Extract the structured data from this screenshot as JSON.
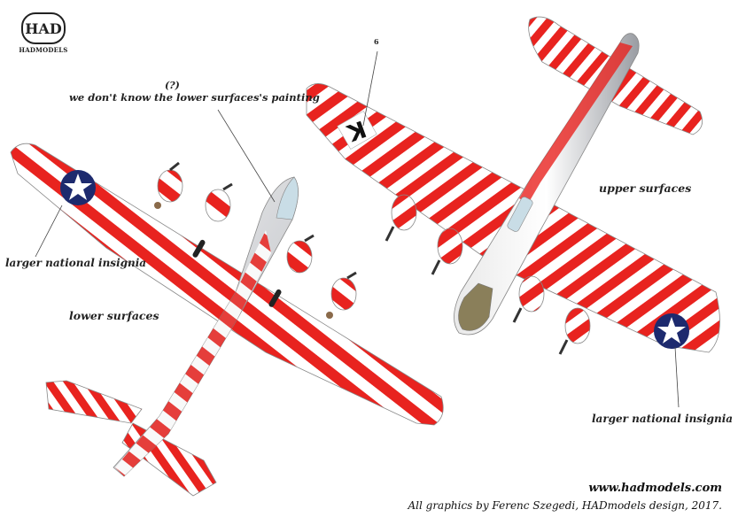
{
  "logo": {
    "mark": "HAD",
    "subtitle": "HADMODELS"
  },
  "annotations": {
    "question": "(?)",
    "lower_note": "we don't know the lower surfaces's painting",
    "code_number": "6",
    "insignia_left": "larger national insignia",
    "insignia_right": "larger national insignia",
    "lower_surfaces": "lower surfaces",
    "upper_surfaces": "upper surfaces",
    "tail_code": "K"
  },
  "footer": {
    "website": "www.hadmodels.com",
    "credit": "All graphics by Ferenc Szegedi, HADmodels design, 2017."
  },
  "colors": {
    "stripe_red": "#e8231f",
    "stripe_white": "#ffffff",
    "nose_glass": "#c9dde6",
    "insignia_blue": "#1d2a6e",
    "antiglare": "#8a7f5a",
    "metal": "#d6d8dc"
  }
}
